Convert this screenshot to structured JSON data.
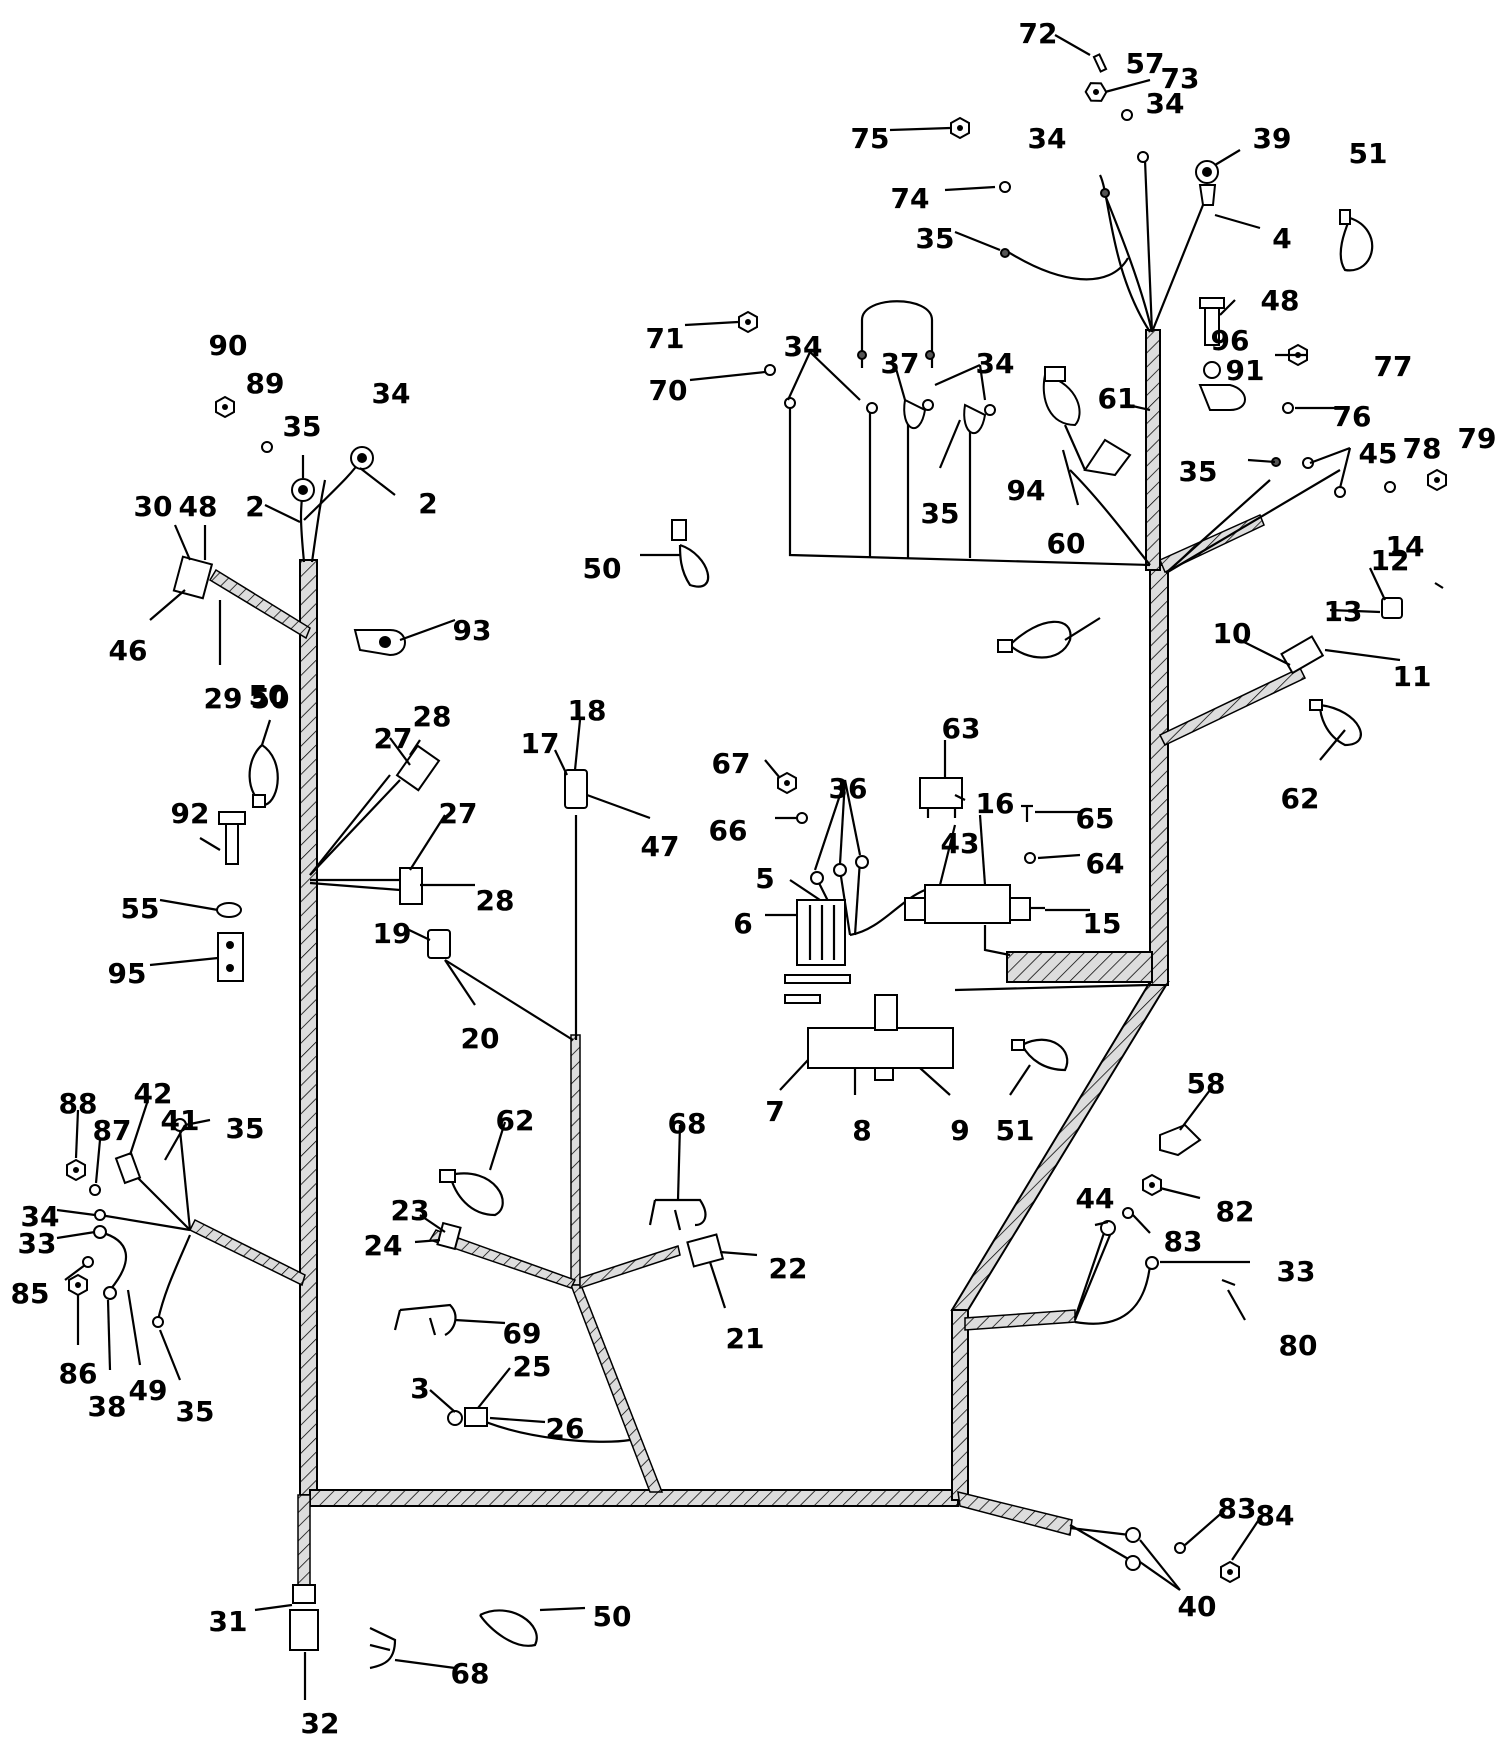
{
  "colors": {
    "ink": "#000000",
    "paper": "#ffffff",
    "sheath": "#dddddd"
  },
  "labels": [
    "72",
    "57",
    "34",
    "73",
    "75",
    "34",
    "39",
    "51",
    "74",
    "4",
    "35",
    "48",
    "71",
    "34",
    "37",
    "34",
    "96",
    "77",
    "90",
    "70",
    "91",
    "89",
    "34",
    "61",
    "76",
    "35",
    "94",
    "35",
    "45",
    "78",
    "79",
    "35",
    "30",
    "48",
    "2",
    "2",
    "60",
    "50",
    "14",
    "12",
    "13",
    "93",
    "46",
    "50",
    "10",
    "11",
    "29",
    "50",
    "18",
    "28",
    "27",
    "63",
    "17",
    "67",
    "62",
    "36",
    "27",
    "16",
    "65",
    "66",
    "47",
    "43",
    "64",
    "92",
    "28",
    "5",
    "55",
    "15",
    "6",
    "19",
    "95",
    "20",
    "58",
    "88",
    "42",
    "7",
    "8",
    "9",
    "51",
    "87",
    "41",
    "35",
    "62",
    "68",
    "34",
    "82",
    "44",
    "23",
    "83",
    "33",
    "33",
    "22",
    "85",
    "24",
    "86",
    "69",
    "21",
    "80",
    "38",
    "49",
    "35",
    "25",
    "3",
    "26",
    "83",
    "84",
    "31",
    "50",
    "40",
    "68",
    "32"
  ]
}
